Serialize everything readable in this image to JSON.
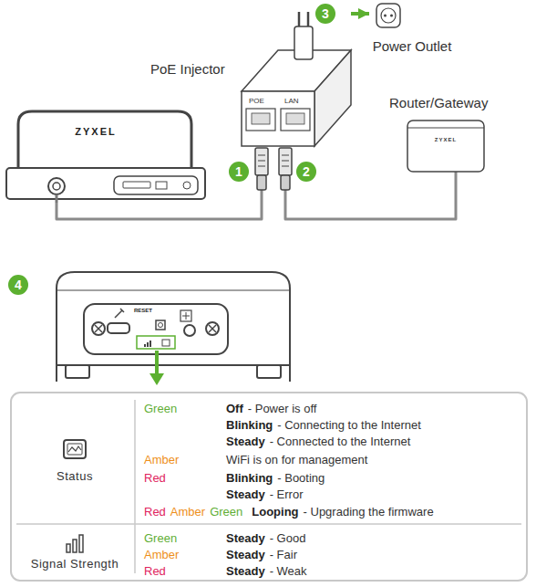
{
  "diagram": {
    "nodes": [
      {
        "text": [
          "ZYXEL"
        ]
      },
      {
        "text": [
          "PoE Injector",
          "POE",
          "LAN"
        ]
      },
      {
        "text": [
          "Power Outlet"
        ]
      },
      {
        "text": [
          "Router/Gateway",
          "ZYXEL"
        ]
      }
    ],
    "edges": [
      {
        "from": 0,
        "to": 1,
        "arrow": "none"
      },
      {
        "from": 1,
        "to": 3,
        "arrow": "none"
      },
      {
        "from": 1,
        "to": 2,
        "arrow": "to"
      }
    ],
    "labels": [
      "1",
      "2",
      "3",
      "4",
      "RESET",
      "Status",
      "Green",
      "Off",
      "- Power is off",
      "Blinking",
      "- Connecting to the Internet",
      "Steady",
      "- Connected to the Internet",
      "Amber",
      "WiFi is on for management",
      "Red",
      "Blinking",
      "- Booting",
      "Steady",
      "- Error",
      "Red",
      "Amber",
      "Green",
      "Looping",
      "- Upgrading the firmware",
      "Signal Strength",
      "Green",
      "Steady",
      "- Good",
      "Amber",
      "Steady",
      "- Fair",
      "Red",
      "Steady",
      "- Weak"
    ]
  }
}
